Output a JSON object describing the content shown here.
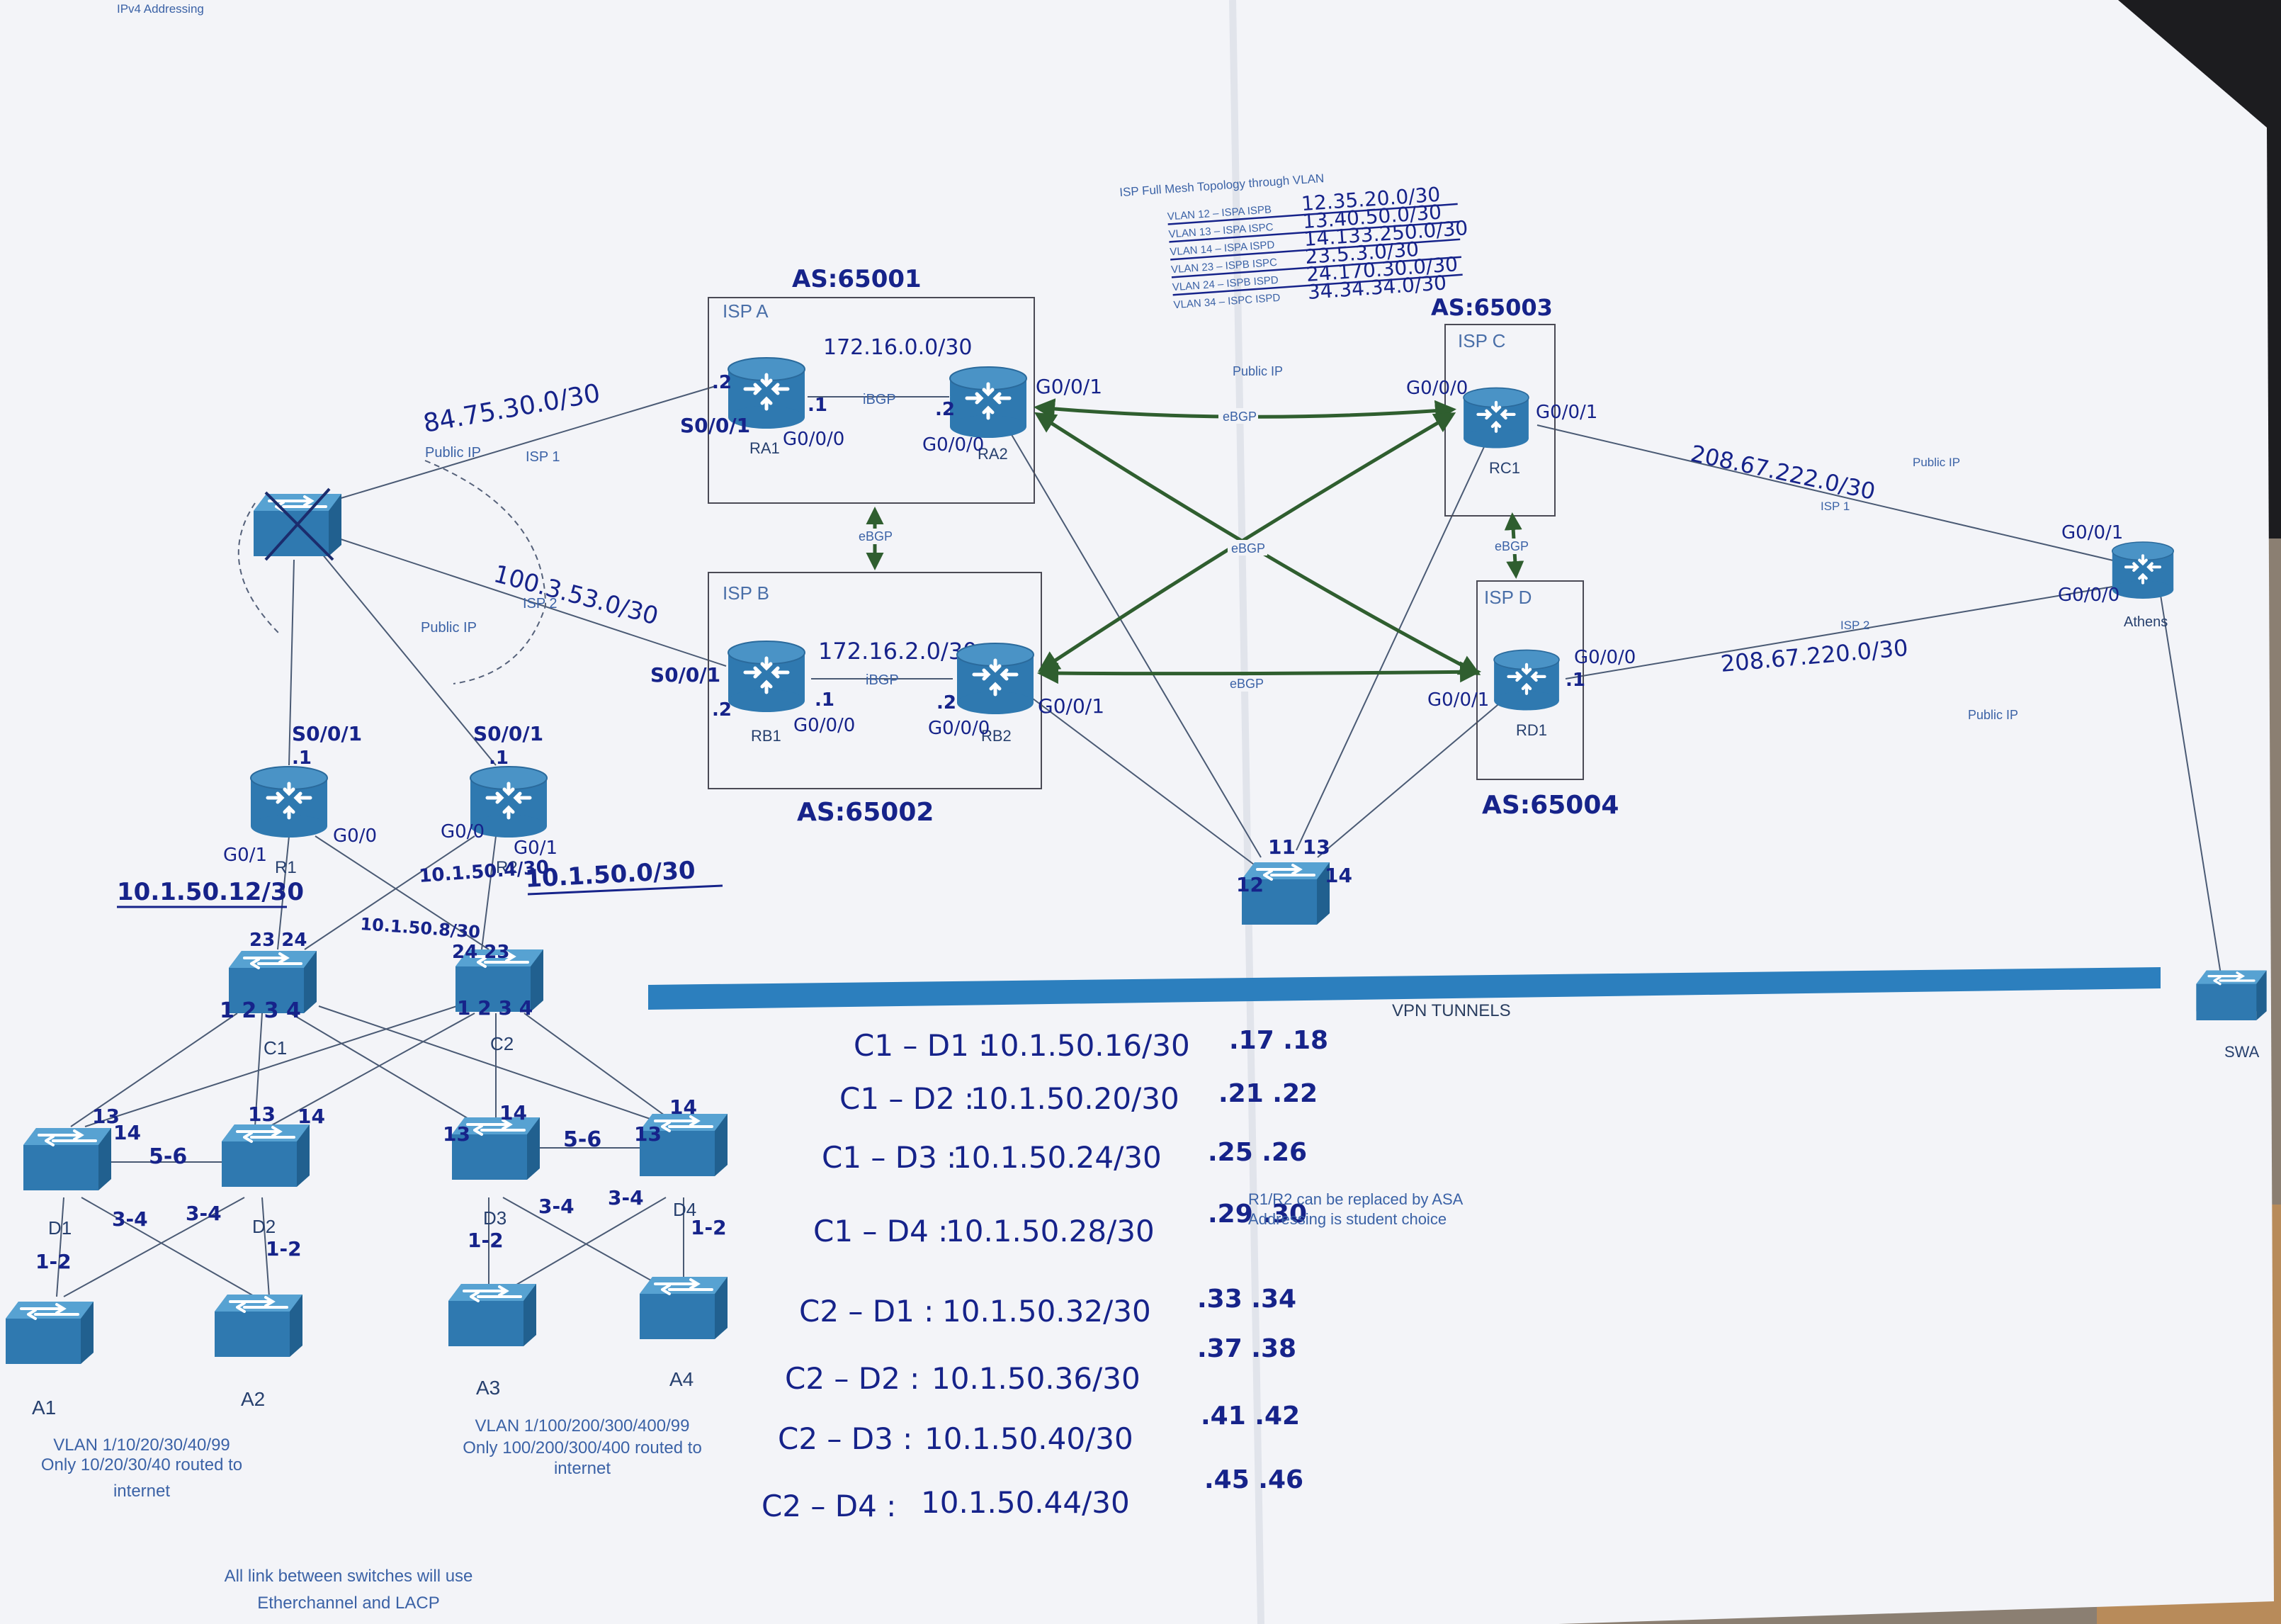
{
  "doc_header": "IPv4 Addressing",
  "mesh_block": {
    "title": "ISP Full Mesh Topology through VLAN",
    "rows": [
      {
        "vlan": "VLAN 12 – ISPA ISPB",
        "subnet": "12.35.20.0/30"
      },
      {
        "vlan": "VLAN 13 – ISPA ISPC",
        "subnet": "13.40.50.0/30"
      },
      {
        "vlan": "VLAN 14 – ISPA ISPD",
        "subnet": "14.133.250.0/30"
      },
      {
        "vlan": "VLAN 23 – ISPB ISPC",
        "subnet": "23.5.3.0/30"
      },
      {
        "vlan": "VLAN 24 – ISPB ISPD",
        "subnet": "24.170.30.0/30"
      },
      {
        "vlan": "VLAN 34 – ISPC ISPD",
        "subnet": "34.34.34.0/30"
      }
    ]
  },
  "isp_boxes": {
    "isp_a": {
      "title": "ISP A",
      "as": "AS:65001",
      "subnet": "172.16.0.0/30",
      "ibgp": "iBGP"
    },
    "isp_b": {
      "title": "ISP B",
      "as": "AS:65002",
      "subnet": "172.16.2.0/30",
      "ibgp": "iBGP"
    },
    "isp_c": {
      "title": "ISP C",
      "as": "AS:65003"
    },
    "isp_d": {
      "title": "ISP D",
      "as": "AS:65004"
    }
  },
  "devices": {
    "ra1": "RA1",
    "ra2": "RA2",
    "rb1": "RB1",
    "rb2": "RB2",
    "rc1": "RC1",
    "rd1": "RD1",
    "r1": "R1",
    "r2": "R2",
    "athens": "Athens",
    "c1": "C1",
    "c2": "C2",
    "d1": "D1",
    "d2": "D2",
    "d3": "D3",
    "d4": "D4",
    "a1": "A1",
    "a2": "A2",
    "a3": "A3",
    "a4": "A4",
    "swa": "SWA"
  },
  "link_labels": {
    "isp1_left": "ISP 1",
    "isp2_left": "ISP 2",
    "public_ip_1": "Public IP",
    "public_ip_2": "Public IP",
    "public_ip_mid": "Public IP",
    "public_ip_right": "Public IP",
    "public_ip_bottom_right": "Public IP",
    "isp1_right": "ISP 1",
    "isp2_right": "ISP 2",
    "ebgp_ab": "eBGP",
    "ebgp_cd": "eBGP",
    "ebgp_top": "eBGP",
    "ebgp_mid": "eBGP",
    "ebgp_bottom": "eBGP"
  },
  "handwritten": {
    "net_isp1": "84.75.30.0/30",
    "net_isp2": "100.3.53.0/30",
    "net_rc1_athens": "208.67.222.0/30",
    "net_rd1_athens": "208.67.220.0/30",
    "r1_s": "S0/0/1",
    "r2_s": "S0/0/1",
    "ra1_s": "S0/0/1",
    "rb1_s": "S0/0/1",
    "ra1_g": "G0/0/0",
    "ra2_g": "G0/0/0",
    "ra2_out": "G0/0/1",
    "rb1_g": "G0/0/0",
    "rb2_g": "G0/0/0",
    "rb2_out": "G0/0/1",
    "rc1_in": "G0/0/0",
    "rc1_out": "G0/0/1",
    "rd1_in": "G0/0/1",
    "rd1_out": "G0/0/0",
    "athens_top": "G0/0/1",
    "athens_bottom": "G0/0/0",
    "r1_left_port": "G0/1",
    "r1_right_port": "G0/0",
    "r2_left_port": "G0/0",
    "r2_right_port": "G0/1",
    "net_r1_c1": "10.1.50.12/30",
    "net_r2_c2": "10.1.50.0/30",
    "net_r2_c1": "10.1.50.4/30",
    "net_r1_c2": "10.1.50.8/30",
    "dot1": ".1",
    "dot2": ".2",
    "c1_ports": "1   2   3   4",
    "c2_ports": "1  2  3   4",
    "c1_up": "23  24",
    "c2_up": "24   23",
    "d_pair_12": "5-6",
    "d_pair_34": "5-6",
    "p13": "13",
    "p14": "14",
    "p34": "3-4",
    "p12": "1-2",
    "sw_top": "11  13",
    "sw_left": "12",
    "sw_right": "14"
  },
  "vpn_banner": "VPN TUNNELS",
  "vpn_tunnels": [
    {
      "pair": "C1 – D1 :",
      "net": "10.1.50.16/30",
      "hosts": ".17 .18"
    },
    {
      "pair": "C1 – D2 :",
      "net": "10.1.50.20/30",
      "hosts": ".21 .22"
    },
    {
      "pair": "C1 – D3 :",
      "net": "10.1.50.24/30",
      "hosts": ".25 .26"
    },
    {
      "pair": "C1 – D4 :",
      "net": "10.1.50.28/30",
      "hosts": ".29 .30"
    },
    {
      "pair": "C2 – D1 :",
      "net": "10.1.50.32/30",
      "hosts": ".33 .34"
    },
    {
      "pair": "C2 – D2 :",
      "net": "10.1.50.36/30",
      "hosts": ".37 .38"
    },
    {
      "pair": "C2 – D3 :",
      "net": "10.1.50.40/30",
      "hosts": ".41 .42"
    },
    {
      "pair": "C2 – D4 :",
      "net": "10.1.50.44/30",
      "hosts": ".45 .46"
    }
  ],
  "notes": {
    "asa_1": "R1/R2 can be replaced by ASA",
    "asa_2": "Addressing is student choice",
    "vlan_left_1": "VLAN 1/10/20/30/40/99",
    "vlan_left_2": "Only 10/20/30/40 routed to",
    "vlan_left_3": "internet",
    "vlan_right_1": "VLAN 1/100/200/300/400/99",
    "vlan_right_2": "Only 100/200/300/400 routed to",
    "vlan_right_3": "internet",
    "etherchannel_1": "All link between switches will use",
    "etherchannel_2": "Etherchannel and LACP"
  },
  "colors": {
    "paper": "#f4f5f9",
    "device": "#2f79b0",
    "printed_text": "#3b62a6",
    "handwriting": "#16238a",
    "ebgp_arrow": "#2f5e2f",
    "vpn_bar": "#2c7fbe"
  }
}
